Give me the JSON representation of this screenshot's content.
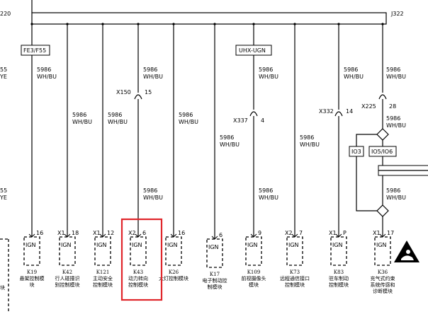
{
  "bus": {
    "left_cut": "220",
    "right_label": "J322"
  },
  "fuses": [
    {
      "id": "fuse-fe3",
      "label": "FE3/F55"
    },
    {
      "id": "fuse-uhx",
      "label": "UHX-UGN"
    }
  ],
  "left_edge": {
    "a1": "55",
    "a2": "YE",
    "b1": "55",
    "b2": "YE"
  },
  "wire_code": "5986",
  "wire_color": "WH/BU",
  "splices": [
    {
      "name": "X150",
      "pin": "15"
    },
    {
      "name": "X337",
      "pin": "4"
    },
    {
      "name": "X332",
      "pin": "14"
    },
    {
      "name": "X225",
      "pin": "28"
    }
  ],
  "io_boxes": [
    "IO3",
    "IO5/IO6"
  ],
  "ign_label": "IGN",
  "modules": [
    {
      "conn": "",
      "pin": "16",
      "code": "K19",
      "name": [
        "悬架控制模",
        "块"
      ]
    },
    {
      "conn": "X1",
      "pin": "18",
      "code": "K42",
      "name": [
        "行人碰撞识",
        "别控制模块"
      ]
    },
    {
      "conn": "X1",
      "pin": "12",
      "code": "K121",
      "name": [
        "主动安全",
        "控制模块"
      ]
    },
    {
      "conn": "X2",
      "pin": "6",
      "code": "K43",
      "name": [
        "动力转向",
        "控制模块"
      ]
    },
    {
      "conn": "",
      "pin": "16",
      "code": "K26",
      "name": [
        "大灯控制模块"
      ]
    },
    {
      "conn": "",
      "pin": "6",
      "code": "K17",
      "name": [
        "电子制动控",
        "制模块"
      ]
    },
    {
      "conn": "",
      "pin": "9",
      "code": "K109",
      "name": [
        "前视摄像头",
        "模块"
      ]
    },
    {
      "conn": "X2",
      "pin": "7",
      "code": "K73",
      "name": [
        "远程通信接口",
        "控制模块"
      ]
    },
    {
      "conn": "X1",
      "pin": "P",
      "code": "K83",
      "name": [
        "驻车制动",
        "控制模块"
      ]
    },
    {
      "conn": "X1",
      "pin": "17",
      "code": "K36",
      "name": [
        "充气式约束",
        "系统传感和",
        "诊断模块"
      ]
    }
  ],
  "left_fragment_text": "块"
}
